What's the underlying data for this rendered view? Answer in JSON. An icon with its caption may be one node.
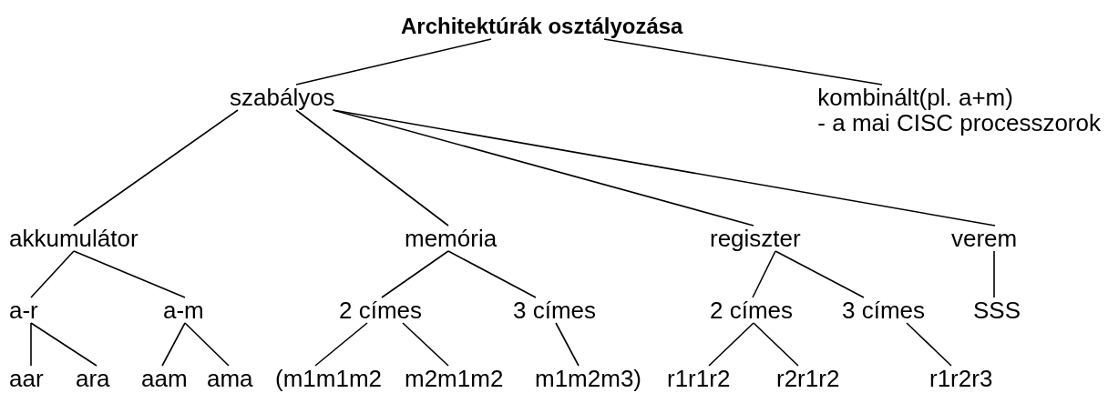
{
  "diagram": {
    "nodes": [
      {
        "text": [
          "Architektúrák osztályozása"
        ]
      },
      {
        "text": [
          "szabályos"
        ]
      },
      {
        "text": [
          "kombinált(pl. a+m)",
          "- a mai CISC processzorok"
        ]
      },
      {
        "text": [
          "akkumulátor"
        ]
      },
      {
        "text": [
          "memória"
        ]
      },
      {
        "text": [
          "regiszter"
        ]
      },
      {
        "text": [
          "verem"
        ]
      },
      {
        "text": [
          "a-r"
        ]
      },
      {
        "text": [
          "a-m"
        ]
      },
      {
        "text": [
          "2 címes"
        ]
      },
      {
        "text": [
          "3 címes"
        ]
      },
      {
        "text": [
          "2 címes"
        ]
      },
      {
        "text": [
          "3 címes"
        ]
      },
      {
        "text": [
          "SSS"
        ]
      },
      {
        "text": [
          "aar"
        ]
      },
      {
        "text": [
          "ara"
        ]
      },
      {
        "text": [
          "aam"
        ]
      },
      {
        "text": [
          "ama"
        ]
      },
      {
        "text": [
          "(m1m1m2"
        ]
      },
      {
        "text": [
          "m2m1m2"
        ]
      },
      {
        "text": [
          "m1m2m3)"
        ]
      },
      {
        "text": [
          "r1r1r2"
        ]
      },
      {
        "text": [
          "r2r1r2"
        ]
      },
      {
        "text": [
          "r1r2r3"
        ]
      }
    ],
    "edges": [
      {
        "from": 0,
        "to": 1,
        "arrow": "none"
      },
      {
        "from": 0,
        "to": 2,
        "arrow": "none"
      },
      {
        "from": 1,
        "to": 3,
        "arrow": "none"
      },
      {
        "from": 1,
        "to": 4,
        "arrow": "none"
      },
      {
        "from": 1,
        "to": 5,
        "arrow": "none"
      },
      {
        "from": 1,
        "to": 6,
        "arrow": "none"
      },
      {
        "from": 3,
        "to": 7,
        "arrow": "none"
      },
      {
        "from": 3,
        "to": 8,
        "arrow": "none"
      },
      {
        "from": 4,
        "to": 9,
        "arrow": "none"
      },
      {
        "from": 4,
        "to": 10,
        "arrow": "none"
      },
      {
        "from": 5,
        "to": 11,
        "arrow": "none"
      },
      {
        "from": 5,
        "to": 12,
        "arrow": "none"
      },
      {
        "from": 6,
        "to": 13,
        "arrow": "none"
      },
      {
        "from": 7,
        "to": 14,
        "arrow": "none"
      },
      {
        "from": 7,
        "to": 15,
        "arrow": "none"
      },
      {
        "from": 8,
        "to": 16,
        "arrow": "none"
      },
      {
        "from": 8,
        "to": 17,
        "arrow": "none"
      },
      {
        "from": 9,
        "to": 18,
        "arrow": "none"
      },
      {
        "from": 9,
        "to": 19,
        "arrow": "none"
      },
      {
        "from": 10,
        "to": 20,
        "arrow": "none"
      },
      {
        "from": 11,
        "to": 21,
        "arrow": "none"
      },
      {
        "from": 11,
        "to": 22,
        "arrow": "none"
      },
      {
        "from": 12,
        "to": 23,
        "arrow": "none"
      }
    ]
  }
}
